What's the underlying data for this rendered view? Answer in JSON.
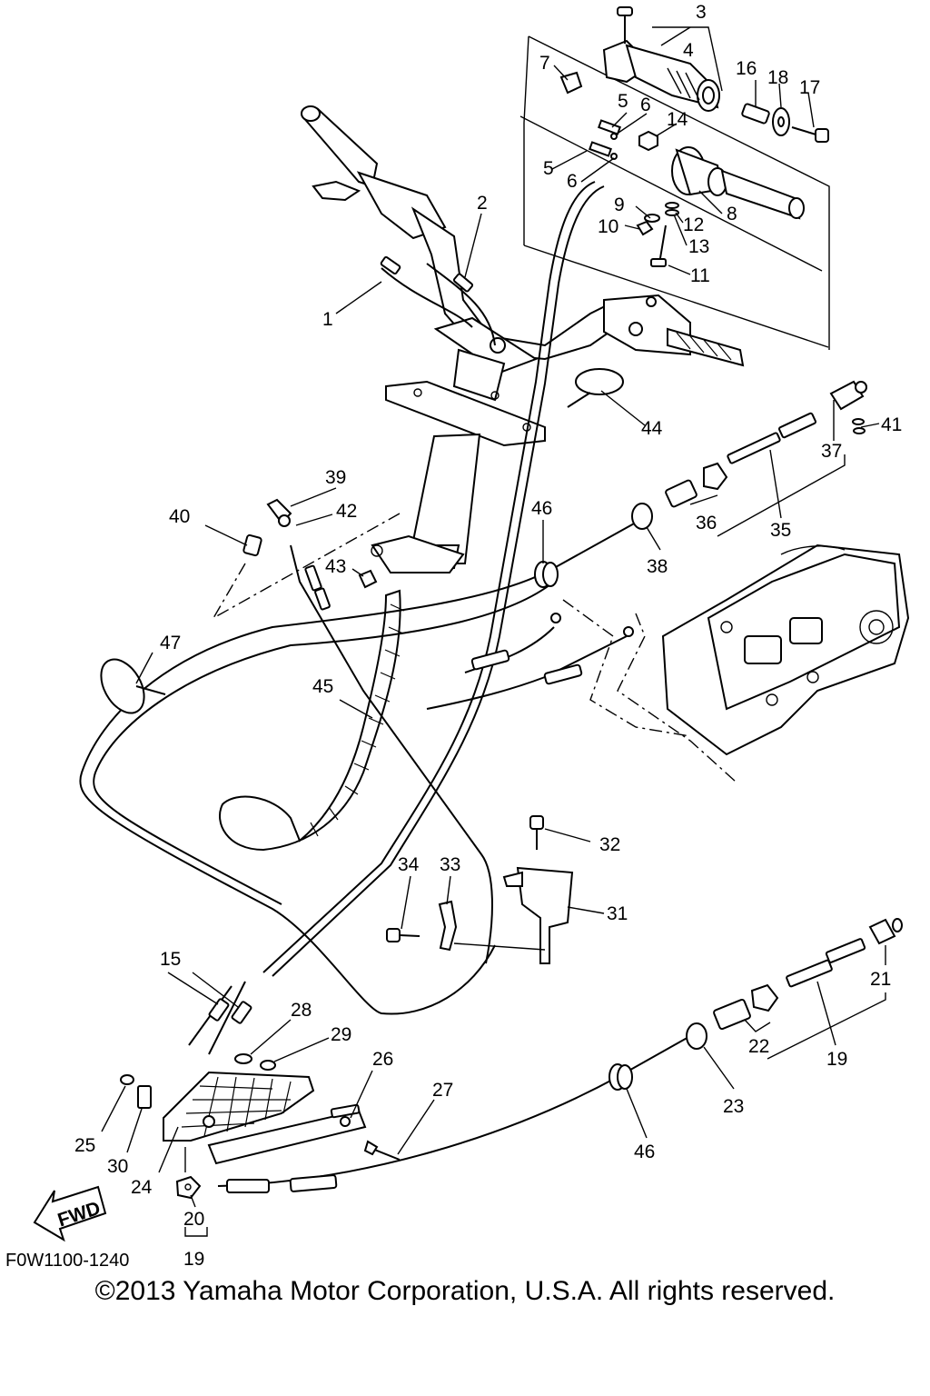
{
  "figure_code": "F0W1100-1240",
  "copyright": "©2013 Yamaha Motor Corporation, U.S.A. All rights reserved.",
  "fwd_label": "FWD",
  "callouts": {
    "c1": "1",
    "c2": "2",
    "c3": "3",
    "c4": "4",
    "c5a": "5",
    "c5b": "5",
    "c6a": "6",
    "c6b": "6",
    "c7": "7",
    "c8": "8",
    "c9": "9",
    "c10": "10",
    "c11": "11",
    "c12": "12",
    "c13": "13",
    "c14": "14",
    "c15": "15",
    "c16": "16",
    "c17": "17",
    "c18": "18",
    "c19a": "19",
    "c19b": "19",
    "c20": "20",
    "c21": "21",
    "c22": "22",
    "c23": "23",
    "c24": "24",
    "c25": "25",
    "c26": "26",
    "c27": "27",
    "c28": "28",
    "c29": "29",
    "c30": "30",
    "c31": "31",
    "c32": "32",
    "c33": "33",
    "c34": "34",
    "c35": "35",
    "c36": "36",
    "c37": "37",
    "c38": "38",
    "c39": "39",
    "c40": "40",
    "c41": "41",
    "c42": "42",
    "c43": "43",
    "c44": "44",
    "c45": "45",
    "c46a": "46",
    "c46b": "46",
    "c47": "47"
  }
}
